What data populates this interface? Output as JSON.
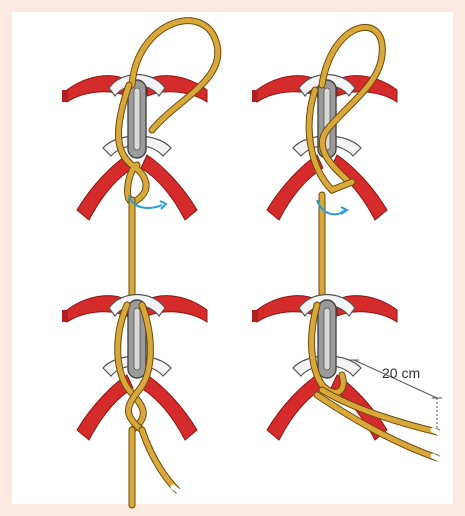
{
  "measurement_label": "20 cm",
  "colors": {
    "background": "#fbe9e2",
    "panel": "#ffffff",
    "harness_red": "#d62b2b",
    "harness_shadow": "#8c1515",
    "rope": "#d9a83a",
    "rope_outline": "#6b4a0c",
    "belay_loop": "#9a9a9a",
    "arrow": "#2a9fd6"
  },
  "icons": [
    "harness-illustration",
    "rope",
    "belay-loop",
    "rotation-arrow",
    "dimension-line"
  ]
}
